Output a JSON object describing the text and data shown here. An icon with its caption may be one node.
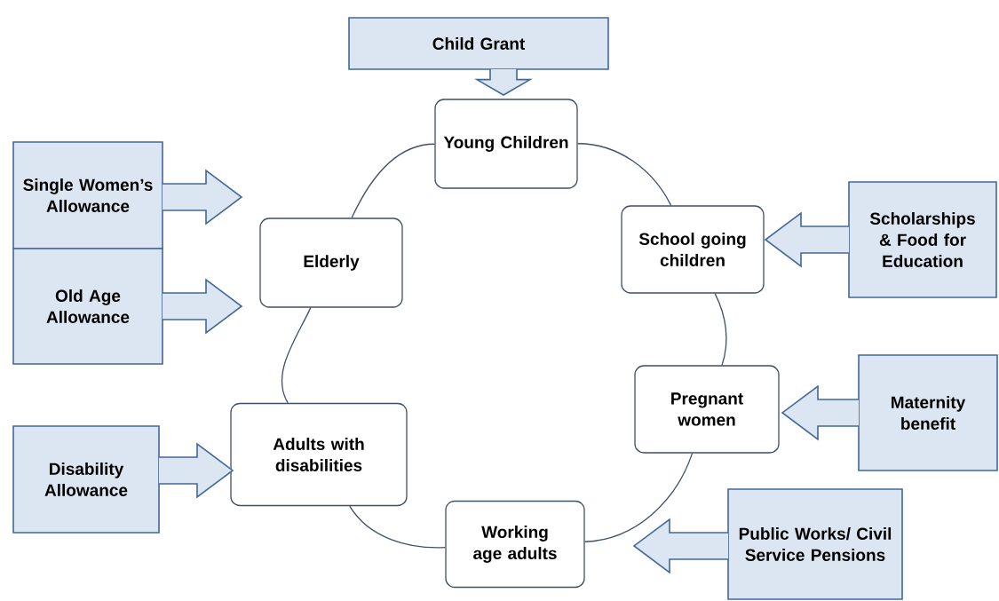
{
  "diagram": {
    "nodes": [
      {
        "text": [
          "Child Grant"
        ]
      },
      {
        "text": [
          "Young Children"
        ]
      },
      {
        "text": [
          "Single Women’s Allowance"
        ]
      },
      {
        "text": [
          "Elderly"
        ]
      },
      {
        "text": [
          "School going children"
        ]
      },
      {
        "text": [
          "Scholarships & Food for Education"
        ]
      },
      {
        "text": [
          "Old Age Allowance"
        ]
      },
      {
        "text": [
          "Pregnant women"
        ]
      },
      {
        "text": [
          "Maternity benefit"
        ]
      },
      {
        "text": [
          "Disability Allowance"
        ]
      },
      {
        "text": [
          "Adults with disabilities"
        ]
      },
      {
        "text": [
          "Working age adults"
        ]
      },
      {
        "text": [
          "Public Works/ Civil Service Pensions"
        ]
      }
    ],
    "edges": [
      {
        "from": 0,
        "to": 1,
        "arrow": "to"
      },
      {
        "from": 2,
        "to": 3,
        "arrow": "to"
      },
      {
        "from": 6,
        "to": 3,
        "arrow": "to"
      },
      {
        "from": 5,
        "to": 4,
        "arrow": "to"
      },
      {
        "from": 8,
        "to": 7,
        "arrow": "to"
      },
      {
        "from": 9,
        "to": 10,
        "arrow": "to"
      },
      {
        "from": 12,
        "to": 11,
        "arrow": "to"
      },
      {
        "from": 1,
        "to": 4,
        "arrow": "none"
      },
      {
        "from": 4,
        "to": 7,
        "arrow": "none"
      },
      {
        "from": 7,
        "to": 11,
        "arrow": "none"
      },
      {
        "from": 11,
        "to": 10,
        "arrow": "none"
      },
      {
        "from": 10,
        "to": 3,
        "arrow": "none"
      },
      {
        "from": 3,
        "to": 1,
        "arrow": "none"
      }
    ]
  }
}
